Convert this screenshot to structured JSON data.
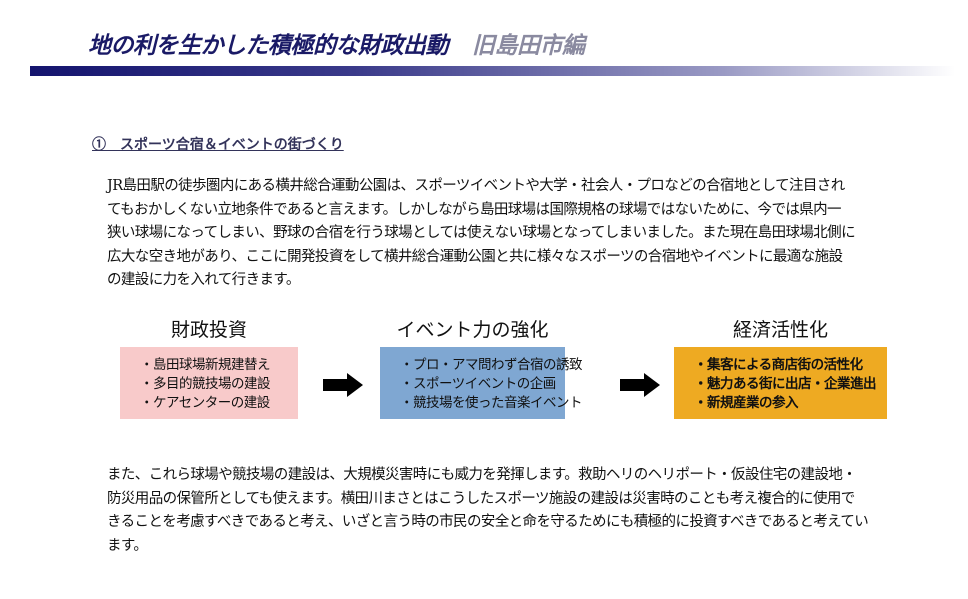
{
  "header": {
    "title": "地の利を生かした積極的な財政出動",
    "subtitle": "旧島田市編"
  },
  "section": {
    "heading": "①　スポーツ合宿＆イベントの街づくり"
  },
  "intro_lines": [
    "JR島田駅の徒歩圏内にある横井総合運動公園は、スポーツイベントや大学・社会人・プロなどの合宿地として注目され",
    "てもおかしくない立地条件であると言えます。しかしながら島田球場は国際規格の球場ではないために、今では県内一",
    "狭い球場になってしまい、野球の合宿を行う球場としては使えない球場となってしまいました。また現在島田球場北側に",
    "広大な空き地があり、ここに開発投資をして横井総合運動公園と共に様々なスポーツの合宿地やイベントに最適な施設",
    "の建設に力を入れて行きます。"
  ],
  "flow": [
    {
      "title": "財政投資",
      "color": "#f8caca",
      "items": [
        "・島田球場新規建替え",
        "・多目的競技場の建設",
        "・ケアセンターの建設"
      ]
    },
    {
      "title": "イベント力の強化",
      "color": "#7fa7d2",
      "items": [
        "・プロ・アマ問わず合宿の誘致",
        "・スポーツイベントの企画",
        "・競技場を使った音楽イベント"
      ]
    },
    {
      "title": "経済活性化",
      "color": "#eeaa22",
      "items": [
        "・集客による商店街の活性化",
        "・魅力ある街に出店・企業進出",
        "・新規産業の参入"
      ]
    }
  ],
  "closing_lines": [
    "また、これら球場や競技場の建設は、大規模災害時にも威力を発揮します。救助ヘリのヘリポート・仮設住宅の建設地・",
    "防災用品の保管所としても使えます。横田川まさとはこうしたスポーツ施設の建設は災害時のことも考え複合的に使用で",
    "きることを考慮すべきであると考え、いざと言う時の市民の安全と命を守るためにも積極的に投資すべきであると考えてい",
    "ます。"
  ]
}
